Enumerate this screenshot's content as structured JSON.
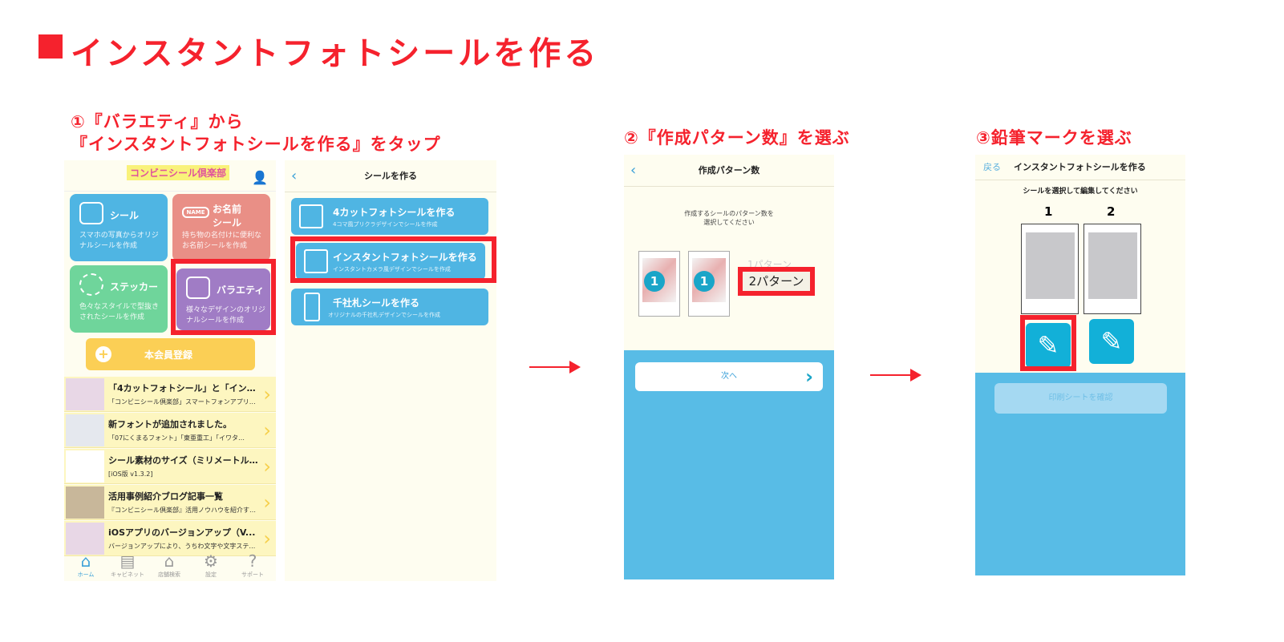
{
  "title": "インスタントフォトシールを作る",
  "steps": {
    "s1_line1": "①『バラエティ』から",
    "s1_line2": "『インスタントフォトシールを作る』をタップ",
    "s2": "②『作成パターン数』を選ぶ",
    "s3": "③鉛筆マークを選ぶ"
  },
  "home": {
    "logo": "コンビニシール倶楽部",
    "tiles": [
      {
        "title": "シール",
        "desc1": "スマホの写真からオリジ",
        "desc2": "ナルシールを作成",
        "color": "#4fb5e3"
      },
      {
        "title": "お名前シール",
        "desc1": "持ち物の名付けに便利な",
        "desc2": "お名前シールを作成",
        "color": "#e98f86",
        "icon_text": "NAME"
      },
      {
        "title": "ステッカー",
        "desc1": "色々なスタイルで型抜き",
        "desc2": "されたシールを作成",
        "color": "#6fd59b"
      },
      {
        "title": "バラエティ",
        "desc1": "様々なデザインのオリジ",
        "desc2": "ナルシールを作成",
        "color": "#a07cc5"
      }
    ],
    "register": "本会員登録",
    "news": [
      {
        "title": "「4カットフォトシール」と「イン…",
        "sub": "「コンビニシール倶楽部」スマートフォンアプリ…"
      },
      {
        "title": "新フォントが追加されました。",
        "sub": "「07にくまるフォント」「東亜重工」「イワタ…"
      },
      {
        "title": "シール素材のサイズ（ミリメートル…",
        "sub": "[iOS版 v1.3.2]"
      },
      {
        "title": "活用事例紹介ブログ記事一覧",
        "sub": "『コンビニシール倶楽部』活用ノウハウを紹介す…"
      },
      {
        "title": "iOSアプリのバージョンアップ（V...",
        "sub": "バージョンアップにより、うちわ文字や文字ステ…"
      }
    ],
    "tabs": [
      "ホーム",
      "キャビネット",
      "店舗検索",
      "設定",
      "サポート"
    ]
  },
  "make": {
    "header": "シールを作る",
    "items": [
      {
        "title": "4カットフォトシールを作る",
        "desc": "4コマ風プリクラデザインでシールを作成"
      },
      {
        "title": "インスタントフォトシールを作る",
        "desc": "インスタントカメラ風デザインでシールを作成"
      },
      {
        "title": "千社札シールを作る",
        "desc": "オリジナルの千社札デザインでシールを作成"
      }
    ]
  },
  "pattern": {
    "header": "作成パターン数",
    "prompt1": "作成するシールのパターン数を",
    "prompt2": "選択してください",
    "badge": "1",
    "faded": "1パターン",
    "option": "2パターン",
    "next": "次へ"
  },
  "edit": {
    "back": "戻る",
    "header": "インスタントフォトシールを作る",
    "prompt": "シールを選択して編集してください",
    "labels": [
      "1",
      "2"
    ],
    "confirm": "印刷シートを確認"
  }
}
